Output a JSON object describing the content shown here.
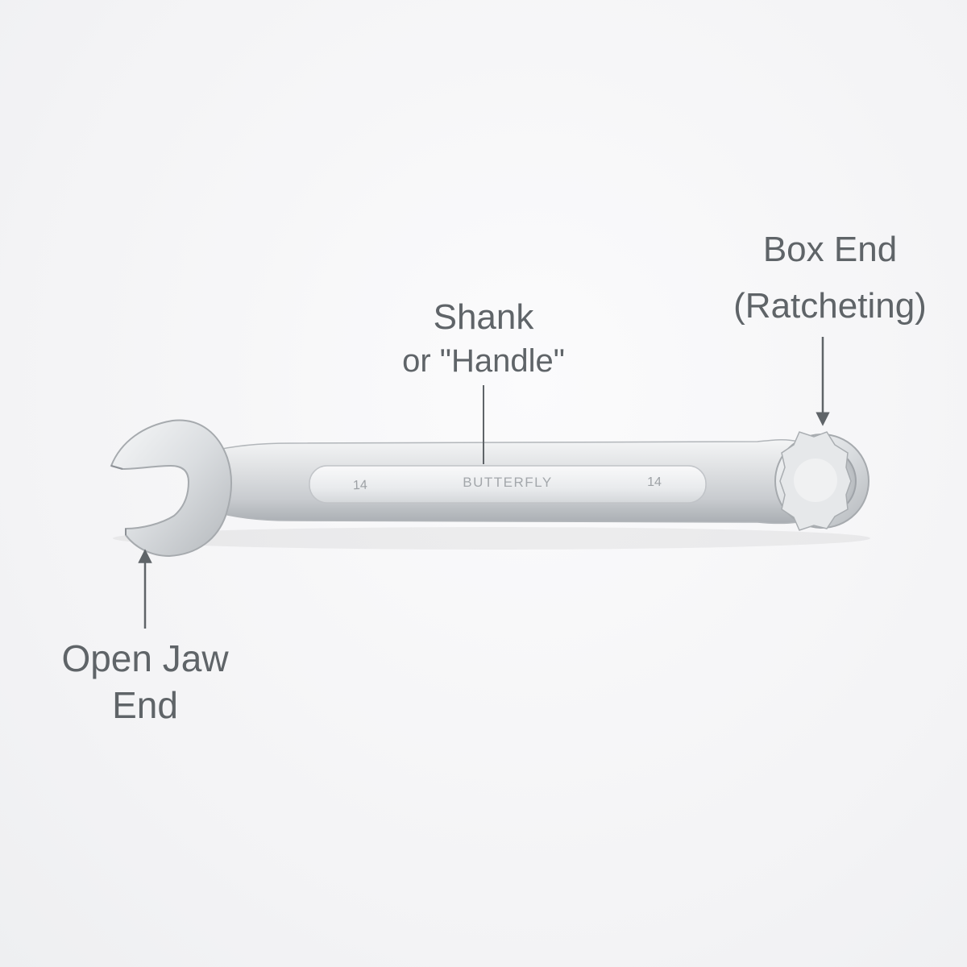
{
  "labels": {
    "box_end_title": "Box End",
    "box_end_subtitle": "(Ratcheting)",
    "shank_title": "Shank",
    "shank_subtitle": "or \"Handle\"",
    "open_jaw_line1": "Open Jaw",
    "open_jaw_line2": "End"
  },
  "wrench": {
    "brand": "BUTTERFLY",
    "size_left": "14",
    "size_right": "14"
  },
  "colors": {
    "label_text": "#5f6468",
    "pointer_line": "#5f6468",
    "steel_light": "#f2f3f4",
    "steel_mid": "#cfd2d5",
    "steel_dark": "#9a9ea3"
  },
  "icons": {
    "pointer": "arrow-icon"
  }
}
